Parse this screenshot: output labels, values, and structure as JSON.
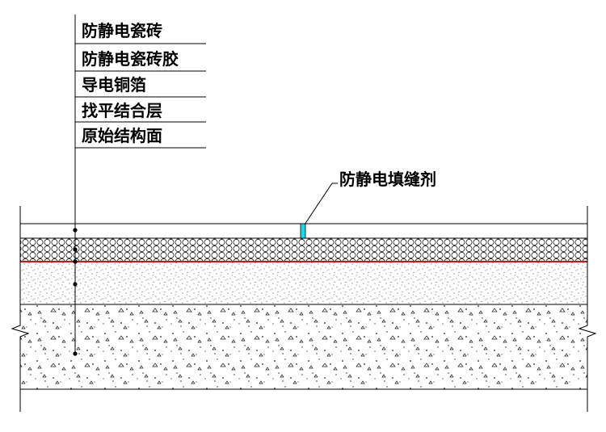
{
  "layer_labels": [
    "防静电瓷砖",
    "防静电瓷砖胶",
    "导电铜箔",
    "找平结合层",
    "原始结构面"
  ],
  "callout": {
    "label": "防静电填缝剂",
    "color": "#22d3e6"
  },
  "colors": {
    "line": "#000000",
    "copper_foil": "#b22222",
    "joint_filler": "#22d3e6"
  }
}
